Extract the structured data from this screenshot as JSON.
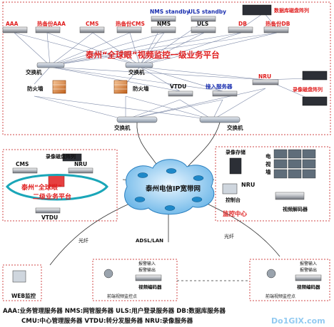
{
  "top_platform": {
    "servers": [
      {
        "label": "AAA",
        "color": "#e02020"
      },
      {
        "label": "热备份AAA",
        "color": "#e02020"
      },
      {
        "label": "CMS",
        "color": "#e02020"
      },
      {
        "label": "热备份CMS",
        "color": "#e02020"
      },
      {
        "label": "NMS",
        "color": "#111111"
      },
      {
        "label": "ULS",
        "color": "#111111"
      },
      {
        "label": "DB",
        "color": "#e02020"
      },
      {
        "label": "热备份DB",
        "color": "#e02020"
      }
    ],
    "standby_nms": "NMS standby",
    "standby_uls": "ULS standby",
    "db_array": "数据库磁盘阵列",
    "title": "泰州“全球眼”视频监控一级业务平台",
    "switch_left": "交换机",
    "switch_mid": "交换机",
    "firewall_left": "防火墙",
    "firewall_mid": "防火墙",
    "vtdu": "VTDU",
    "access_server": "接入服务器",
    "nru": "NRU",
    "rec_array": "录像磁盘阵列",
    "core_switch_left": "交换机",
    "core_switch_right": "交换机"
  },
  "second_platform": {
    "rec_array": "录像磁盘阵列",
    "cms": "CMS",
    "nru": "NRU",
    "title_line1": "泰州“全球眼”",
    "title_line2": "二级业务平台",
    "vtdu": "VTDU"
  },
  "cloud": {
    "label": "泰州电信IP宽带网"
  },
  "monitor_center": {
    "storage": "录像存储",
    "tv_wall_1": "电",
    "tv_wall_2": "视",
    "tv_wall_3": "墙",
    "nru": "NRU",
    "ctrl_pc": "控制台",
    "decoder": "视频解码器",
    "label": "监控中心"
  },
  "links": {
    "fiber_left": "光纤",
    "adsl": "ADSL/LAN",
    "fiber_right": "光纤"
  },
  "web_monitor": {
    "label": "WEB监控"
  },
  "front_sites": [
    {
      "alarm": "报警输入",
      "alarm_out": "报警输出",
      "encoder": "视频编码器",
      "caption": "前端视频监控点"
    },
    {
      "alarm": "报警输入",
      "alarm_out": "报警输出",
      "encoder": "视频编码器",
      "caption": "前端视频监控点"
    }
  ],
  "legend": {
    "line1": "AAA:业务管理服务器  NMS:网管服务器 ULS:用户登录服务器 DB:数据库服务器",
    "line2": "CMU:中心管理服务器 VTDU:转分发服务器 NRU:录像服务器"
  },
  "watermark": "Do1GIX.com"
}
